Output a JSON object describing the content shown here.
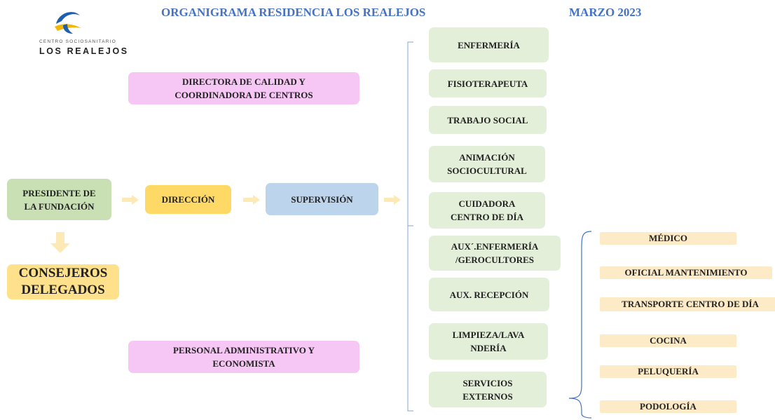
{
  "header": {
    "title": "ORGANIGRAMA RESIDENCIA LOS REALEJOS",
    "date": "MARZO 2023"
  },
  "logo": {
    "line1": "CENTRO SOCIOSANITARIO",
    "line2": "LOS REALEJOS"
  },
  "left": {
    "directora": "DIRECTORA DE CALIDAD Y COORDINADORA DE CENTROS",
    "presidente": "PRESIDENTE DE LA FUNDACIÓN",
    "direccion": "DIRECCIÓN",
    "supervision": "SUPERVISIÓN",
    "consejeros": "CONSEJEROS DELEGADOS",
    "personal": "PERSONAL ADMINISTRATIVO Y ECONOMISTA"
  },
  "departments": [
    "ENFERMERÍA",
    "FISIOTERAPEUTA",
    "TRABAJO SOCIAL",
    "ANIMACIÓN SOCIOCULTURAL",
    "CUIDADORA CENTRO DE DÍA",
    "AUX´.ENFERMERÍA /GEROCULTORES",
    "AUX. RECEPCIÓN",
    "LIMPIEZA/LAVA NDERÍA",
    "SERVICIOS EXTERNOS"
  ],
  "external_services": [
    "MÉDICO",
    "OFICIAL MANTENIMIENTO",
    "TRANSPORTE CENTRO DE DÍA",
    "COCINA",
    "PELUQUERÍA",
    "PODOLOGÍA"
  ],
  "colors": {
    "pink": "#f6c7f4",
    "green": "#c9e0b4",
    "lightgreen": "#e3efd9",
    "yellow": "#ffd966",
    "blue": "#bcd4ec",
    "peach": "#fdebc8",
    "arrow": "#fde9b5",
    "title": "#4472c4"
  }
}
